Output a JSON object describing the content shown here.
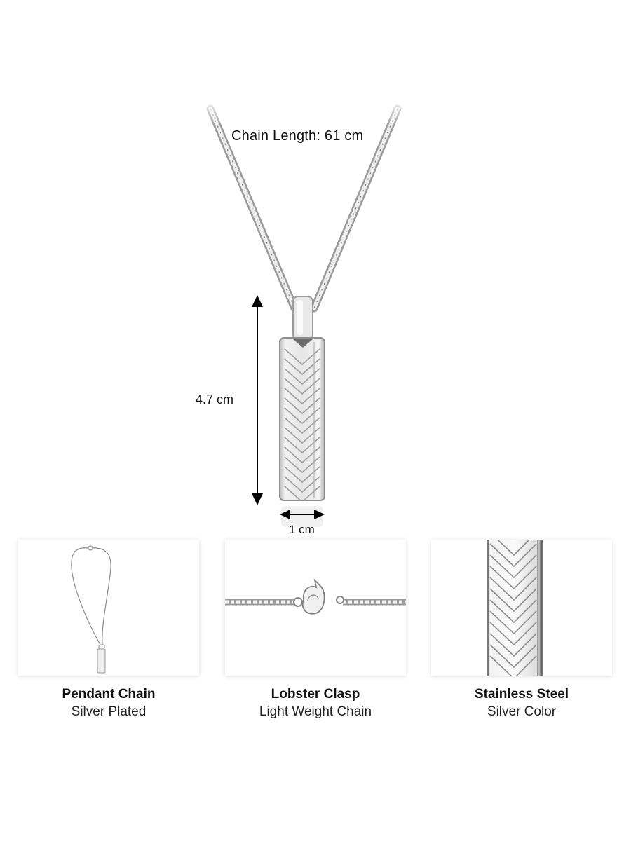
{
  "hero": {
    "chain_length_label": "Chain Length: 61 cm",
    "height_dimension_label": "4.7 cm",
    "width_dimension_label": "1 cm",
    "arrow_color": "#000000",
    "metal_color": "#c9c9c9"
  },
  "features": [
    {
      "title": "Pendant Chain",
      "subtitle": "Silver Plated",
      "image": "full-necklace-thumbnail"
    },
    {
      "title": "Lobster Clasp",
      "subtitle": "Light Weight Chain",
      "image": "lobster-clasp-closeup"
    },
    {
      "title": "Stainless Steel",
      "subtitle": "Silver Color",
      "image": "chevron-engraving-closeup"
    }
  ]
}
